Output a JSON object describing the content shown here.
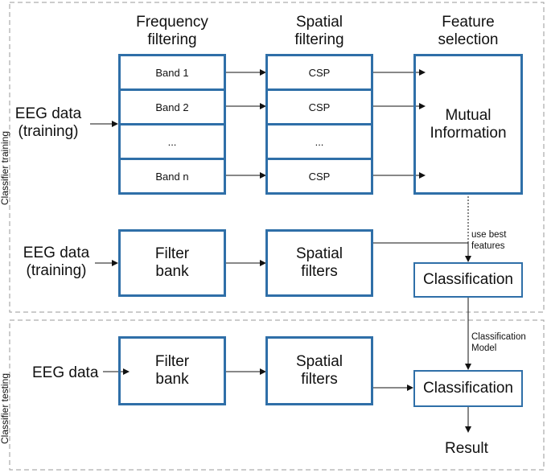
{
  "sections": {
    "training_label": "Classifier training",
    "testing_label": "Classifier testing"
  },
  "headers": {
    "frequency": "Frequency filtering",
    "spatial": "Spatial filtering",
    "feature": "Feature selection"
  },
  "inputs": {
    "training_1": "EEG data (training)",
    "training_2": "EEG data (training)",
    "testing": "EEG data"
  },
  "bands": [
    "Band 1",
    "Band 2",
    "...",
    "Band n"
  ],
  "csp": [
    "CSP",
    "CSP",
    "...",
    "CSP"
  ],
  "mutual_info": "Mutual Information",
  "filter_bank": "Filter bank",
  "spatial_filters": "Spatial filters",
  "classification": "Classification",
  "use_best_features": "use best features",
  "classification_model": "Classification Model",
  "result": "Result",
  "colors": {
    "box_border": "#2f6fa8",
    "dash": "#999999",
    "arrow": "#111111"
  }
}
